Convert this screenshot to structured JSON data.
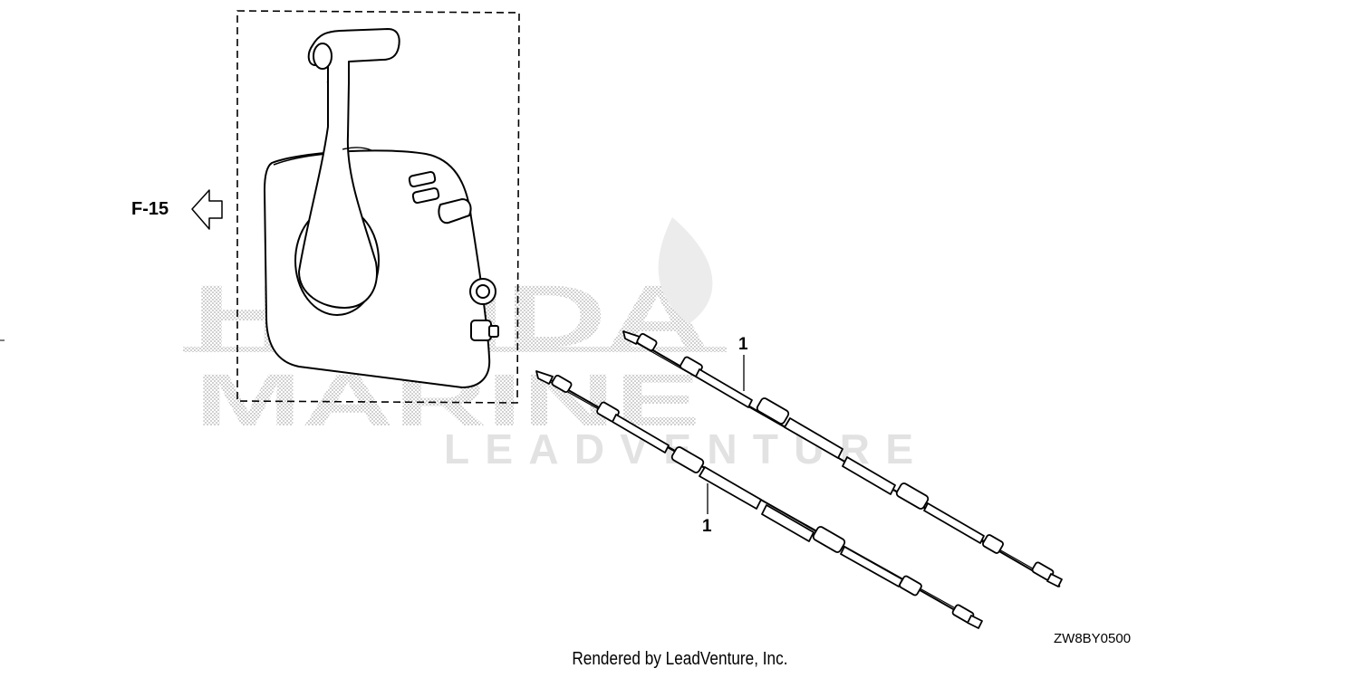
{
  "reference": {
    "label": "F-15"
  },
  "callouts": [
    "1",
    "1"
  ],
  "diagram_code": "ZW8BY0500",
  "footer": "Rendered by LeadVenture, Inc.",
  "watermark": {
    "line1": "HONDA",
    "line2": "MARINE",
    "line3": "LEADVENTURE"
  }
}
